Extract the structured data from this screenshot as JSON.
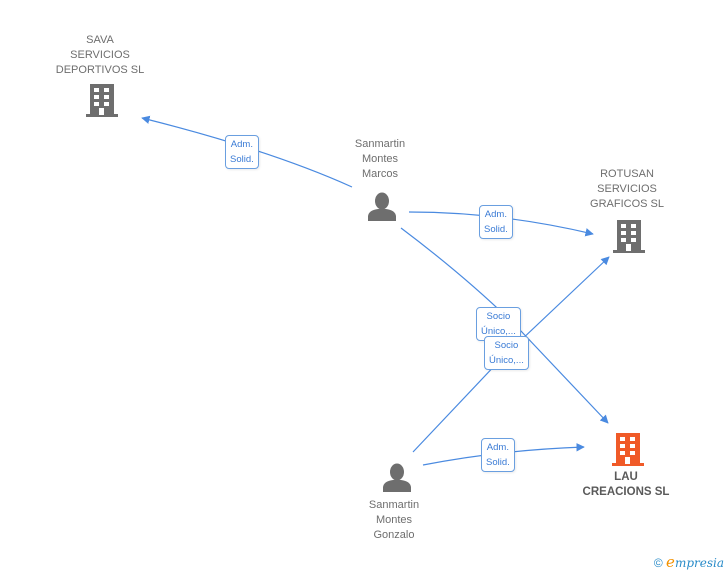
{
  "colors": {
    "edge": "#4a8ae0",
    "node_gray": "#6e6e6e",
    "focus_node": "#f05a28"
  },
  "nodes": [
    {
      "id": "sava",
      "type": "company",
      "lines": [
        "SAVA",
        "SERVICIOS",
        "DEPORTIVOS  SL"
      ],
      "focus": false
    },
    {
      "id": "marcos",
      "type": "person",
      "lines": [
        "Sanmartin",
        "Montes",
        "Marcos"
      ],
      "focus": false
    },
    {
      "id": "rotusan",
      "type": "company",
      "lines": [
        "ROTUSAN",
        "SERVICIOS",
        "GRAFICOS SL"
      ],
      "focus": false
    },
    {
      "id": "lau",
      "type": "company",
      "lines": [
        "LAU",
        "CREACIONS SL"
      ],
      "focus": true
    },
    {
      "id": "gonzalo",
      "type": "person",
      "lines": [
        "Sanmartin",
        "Montes",
        "Gonzalo"
      ],
      "focus": false
    }
  ],
  "edges": [
    {
      "from": "marcos",
      "to": "sava",
      "label": [
        "Adm.",
        "Solid."
      ]
    },
    {
      "from": "marcos",
      "to": "rotusan",
      "label": [
        "Adm.",
        "Solid."
      ]
    },
    {
      "from": "marcos",
      "to": "lau",
      "label": [
        "Socio",
        "Único,..."
      ]
    },
    {
      "from": "gonzalo",
      "to": "rotusan",
      "label": [
        "Socio",
        "Único,..."
      ]
    },
    {
      "from": "gonzalo",
      "to": "lau",
      "label": [
        "Adm.",
        "Solid."
      ]
    }
  ],
  "footer": {
    "copyright": "©",
    "brand_initial": "e",
    "brand_rest": "mpresia"
  }
}
